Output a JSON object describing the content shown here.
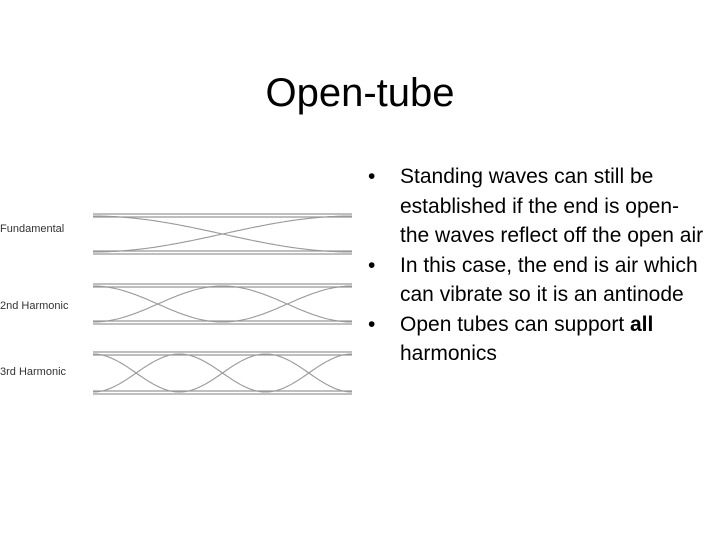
{
  "slide": {
    "title": "Open-tube"
  },
  "figure": {
    "labels": [
      "Fundamental",
      "2nd Harmonic",
      "3rd Harmonic"
    ],
    "harmonics": [
      1,
      2,
      3
    ],
    "line_color": "#999999"
  },
  "bullets": [
    {
      "dot": "•",
      "text": "Standing waves can still be established if the end is open- the waves reflect off the open air"
    },
    {
      "dot": "•",
      "text": "In this case, the end is air which can vibrate so it is an antinode"
    },
    {
      "dot": "•",
      "text_before": "Open tubes can support ",
      "text_bold": "all",
      "text_after": " harmonics"
    }
  ]
}
